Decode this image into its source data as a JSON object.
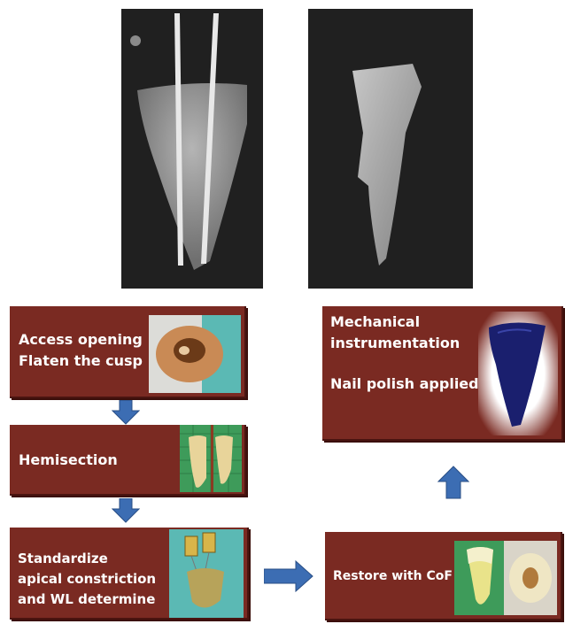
{
  "steps": {
    "access": "Access opening\nFlaten the cusp",
    "hemisection": "Hemisection",
    "standardize": "Standardize\napical constriction\nand WL determine",
    "restore": "Restore with CoF",
    "mechanical": "Mechanical\ninstrumentation",
    "nail": "Nail polish applied"
  },
  "colors": {
    "box": "#7a2a22",
    "arrow": "#3c6db3"
  }
}
